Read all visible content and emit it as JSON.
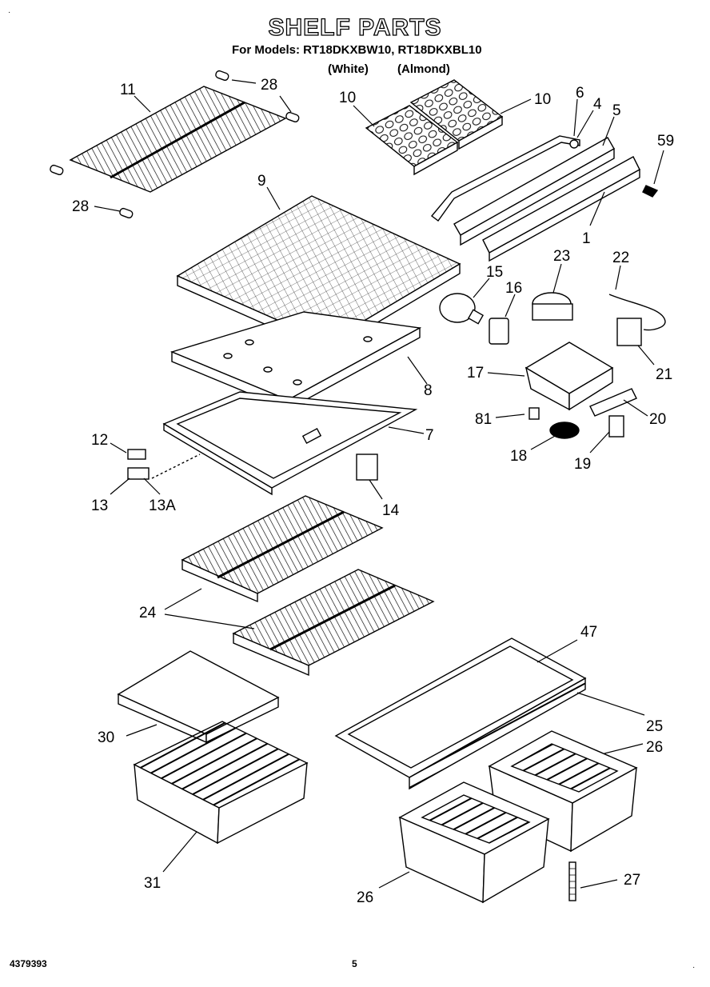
{
  "header": {
    "title": "SHELF PARTS",
    "models_line": "For Models: RT18DKXBW10, RT18DKXBL10",
    "variant_white": "(White)",
    "variant_almond": "(Almond)"
  },
  "footer": {
    "document_number": "4379393",
    "page_number": "5"
  },
  "corner_marks": [
    "·",
    "·"
  ],
  "callouts": {
    "c11": "11",
    "c28a": "28",
    "c28b": "28",
    "c10a": "10",
    "c10b": "10",
    "c6": "6",
    "c4": "4",
    "c5": "5",
    "c59": "59",
    "c1": "1",
    "c9": "9",
    "c15": "15",
    "c16": "16",
    "c23": "23",
    "c22": "22",
    "c21": "21",
    "c17": "17",
    "c8": "8",
    "c81": "81",
    "c20": "20",
    "c7": "7",
    "c18": "18",
    "c19": "19",
    "c12": "12",
    "c13": "13",
    "c13a": "13A",
    "c14": "14",
    "c24": "24",
    "c47": "47",
    "c25": "25",
    "c26a": "26",
    "c30": "30",
    "c31": "31",
    "c26b": "26",
    "c27": "27"
  }
}
